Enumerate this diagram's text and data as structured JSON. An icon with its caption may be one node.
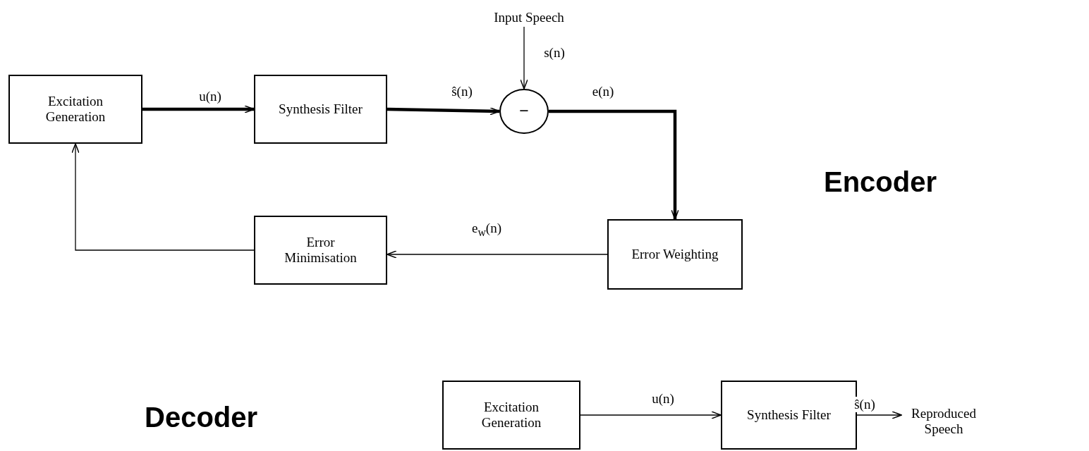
{
  "diagram": {
    "nodes": [
      {
        "text": [
          "Excitation Generation"
        ]
      },
      {
        "text": [
          "Synthesis Filter"
        ]
      },
      {
        "text": [
          "−"
        ]
      },
      {
        "text": [
          "Input Speech"
        ]
      },
      {
        "text": [
          "Error Weighting"
        ]
      },
      {
        "text": [
          "Error Minimisation"
        ]
      },
      {
        "text": [
          "Excitation Generation"
        ]
      },
      {
        "text": [
          "Synthesis Filter"
        ]
      },
      {
        "text": [
          "Reproduced Speech"
        ]
      }
    ],
    "edges": [
      {
        "from": 0,
        "to": 1,
        "arrow": "to",
        "label": "u(n)",
        "style": "thick"
      },
      {
        "from": 1,
        "to": 2,
        "arrow": "to",
        "label": "ŝ(n)",
        "style": "thick"
      },
      {
        "from": 3,
        "to": 2,
        "arrow": "to",
        "label": "s(n)"
      },
      {
        "from": 2,
        "to": 4,
        "arrow": "to",
        "label": "e(n)",
        "style": "thick"
      },
      {
        "from": 4,
        "to": 5,
        "arrow": "to",
        "label": "e$_{w}$(n)"
      },
      {
        "from": 5,
        "to": 0,
        "arrow": "to"
      },
      {
        "from": 6,
        "to": 7,
        "arrow": "to",
        "label": "u(n)"
      },
      {
        "from": 7,
        "to": 8,
        "arrow": "to",
        "label": "ŝ(n)"
      }
    ],
    "labels": [
      "Encoder",
      "Decoder"
    ]
  }
}
